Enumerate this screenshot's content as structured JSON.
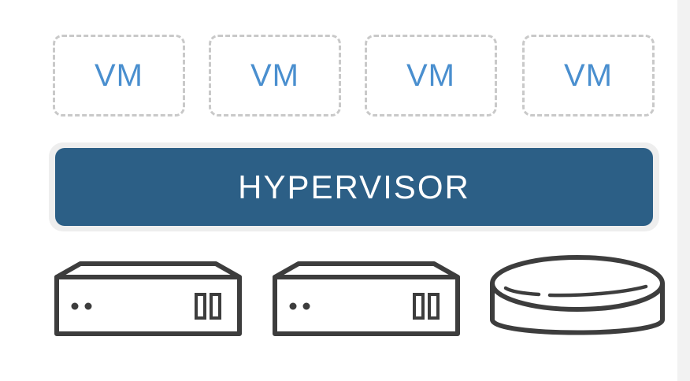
{
  "vms": [
    {
      "label": "VM"
    },
    {
      "label": "VM"
    },
    {
      "label": "VM"
    },
    {
      "label": "VM"
    }
  ],
  "hypervisor": {
    "label": "HYPERVISOR"
  },
  "hardware": [
    {
      "kind": "server",
      "icon": "server-icon"
    },
    {
      "kind": "server",
      "icon": "server-icon"
    },
    {
      "kind": "storage",
      "icon": "disk-storage-icon"
    }
  ],
  "colors": {
    "vm_text": "#4a8fcf",
    "vm_border": "#c9c9c9",
    "hypervisor_fill": "#2c5f86",
    "hypervisor_text": "#ffffff",
    "hardware_stroke": "#3d3d3d"
  }
}
